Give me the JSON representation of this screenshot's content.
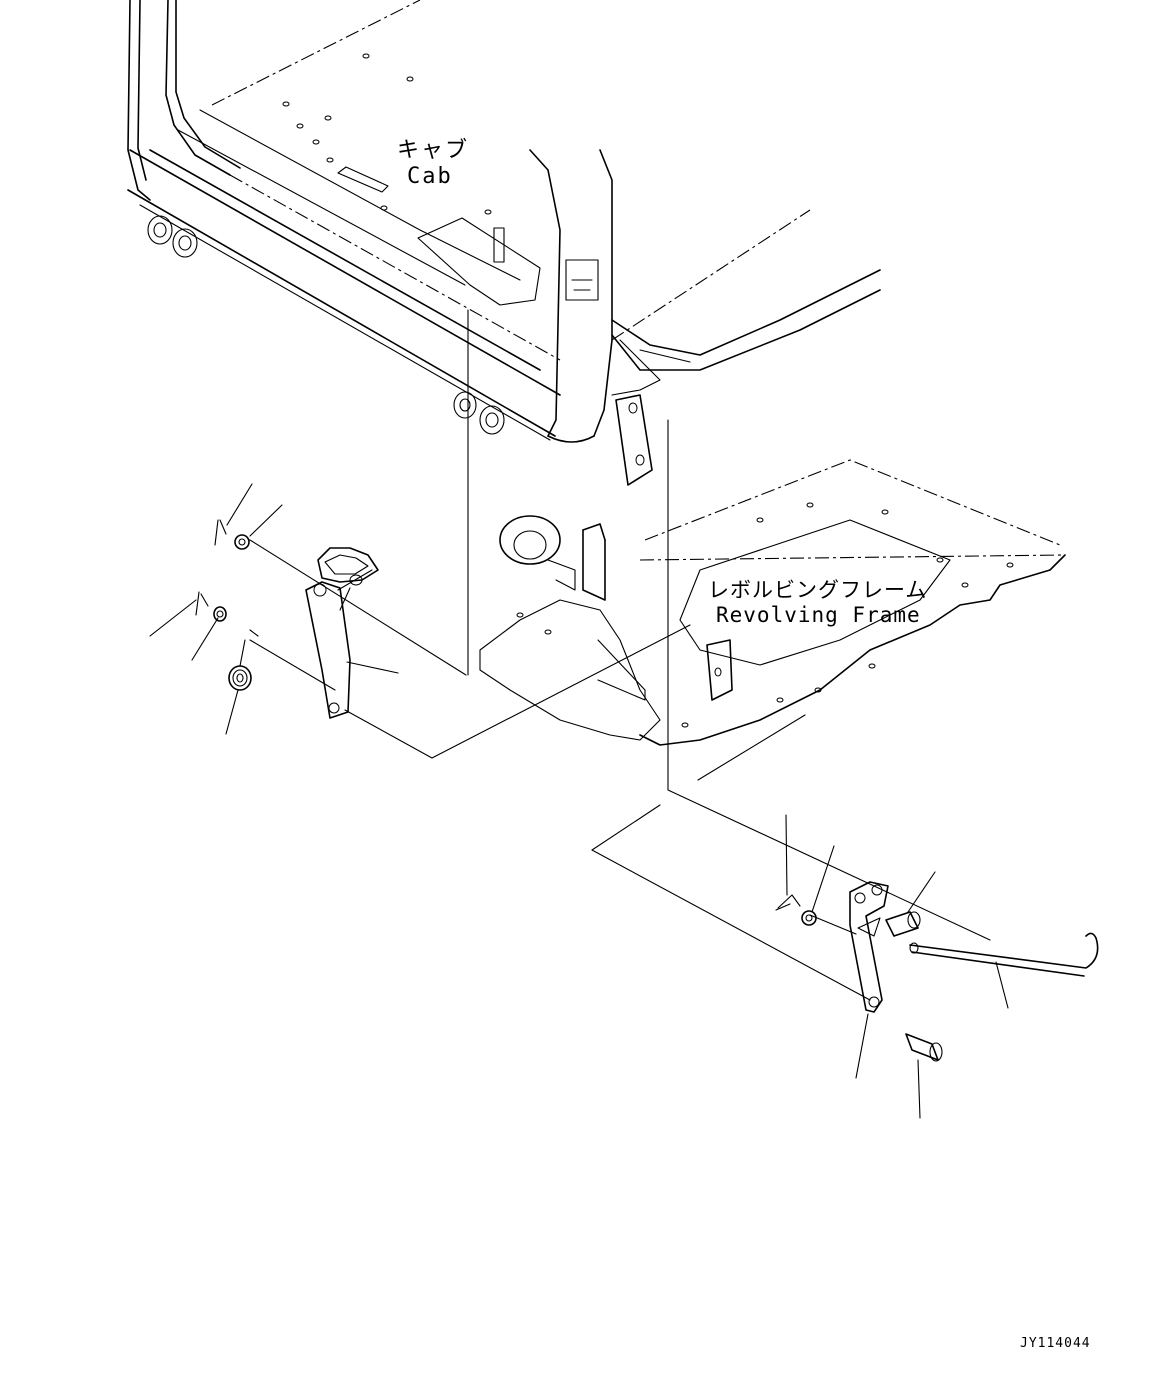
{
  "labels": {
    "cab_jp": "キャブ",
    "cab_en": "Cab",
    "revolving_frame_jp": "レボルビングフレーム",
    "revolving_frame_en": "Revolving Frame"
  },
  "drawing_code": "JY114044"
}
